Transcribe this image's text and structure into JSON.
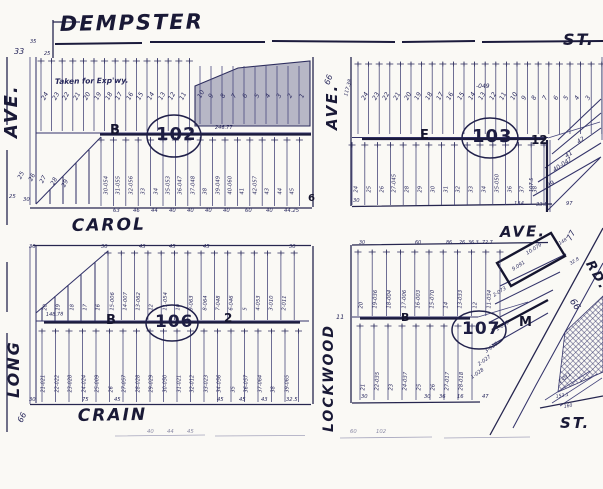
{
  "note": "Taken for Exp'wy.",
  "streets": {
    "dempster": "DEMPSTER",
    "dempster_suffix": "ST.",
    "long_suffix": "AVE.",
    "long": "LONG",
    "carol": "CAROL",
    "carol_suffix": "AVE.",
    "crain": "CRAIN",
    "crain_suffix": "ST.",
    "lockwood": "LOCKWOOD",
    "lockwood_suffix": "AVE.",
    "road_suffix": "RD."
  },
  "widths": {
    "dempster": "33",
    "lockwood": "66",
    "crain": "66",
    "road": "66",
    "carol_east": "77"
  },
  "corner_numbers": {
    "n35": "35",
    "n25": "25"
  },
  "crain_dims": [
    "40",
    "44",
    "45",
    "60",
    "102"
  ],
  "blocks": {
    "b102": {
      "number": "102",
      "letter": "B",
      "east_mark": "6",
      "top_row": [
        "24",
        "23",
        "22",
        "21",
        "20",
        "19",
        "18",
        "17",
        "16",
        "15",
        "14",
        "13",
        "12",
        "11"
      ],
      "shaded_row": [
        "10",
        "9",
        "8",
        "7",
        "6",
        "5",
        "4",
        "3",
        "2",
        "1"
      ],
      "corner_row": [
        "25",
        "26",
        "27",
        "28",
        "29"
      ],
      "bottom_row": [
        "30-054",
        "31-055",
        "32-056",
        "33",
        "34",
        "35-053",
        "36-047",
        "37-048",
        "38",
        "39-049",
        "40-060",
        "41",
        "42-057",
        "43",
        "44",
        "45"
      ],
      "bottom_dims": [
        "63",
        "46",
        "44",
        "40",
        "40",
        "40",
        "40",
        "60",
        "40",
        "44.25"
      ],
      "left_dims": [
        "25",
        "30"
      ],
      "alley_dim": "246.77"
    },
    "b103": {
      "number": "103",
      "letter": "E",
      "east_mark": "12",
      "west_dim": "117.38",
      "annotation": "-049",
      "top_row": [
        "24",
        "23",
        "22",
        "21",
        "20",
        "19",
        "18",
        "17",
        "16",
        "15",
        "14",
        "13",
        "12",
        "11",
        "10",
        "9",
        "8",
        "7",
        "6",
        "5",
        "4",
        "3"
      ],
      "bottom_row": [
        "24",
        "25",
        "26",
        "27-045",
        "28",
        "29",
        "30",
        "31",
        "32",
        "33",
        "34",
        "35-050",
        "36",
        "37",
        "38"
      ],
      "diag_lots": [
        "42",
        "41",
        "40-047",
        "39"
      ],
      "dims": [
        "30",
        "134",
        "33.5",
        "97",
        "107.5"
      ]
    },
    "b106": {
      "number": "106",
      "letter": "B",
      "east_mark": "2",
      "alley_dim": "148.78",
      "top_row": [
        "20",
        "19",
        "18",
        "17",
        "16",
        "15-006",
        "14-007",
        "13-062",
        "12",
        "11-054",
        "10",
        "9-063",
        "8-064",
        "7-048",
        "6-046",
        "5",
        "4-053",
        "3-010",
        "2-011"
      ],
      "top_dims": [
        "30",
        "30",
        "43",
        "45",
        "45",
        "30"
      ],
      "bottom_row": [
        "21-021",
        "22-022",
        "23-028",
        "24-024",
        "25-009",
        "26",
        "27-057",
        "28-028",
        "29-029",
        "30-050",
        "31-021",
        "32-012",
        "33-023",
        "34-056",
        "35",
        "36-057",
        "37-064",
        "38",
        "39-065"
      ],
      "bottom_dims": [
        "30",
        "75",
        "45",
        "45",
        "45",
        "43",
        "32.5"
      ]
    },
    "b107": {
      "number": "107",
      "letter": "B",
      "west_mark": "11",
      "m_label": "M",
      "top_row": [
        "20",
        "19-036",
        "18-004",
        "17-006",
        "16-003",
        "15-070",
        "14",
        "13-033",
        "12",
        "11-034"
      ],
      "top_dims": [
        "30",
        "60",
        "86",
        "26",
        "36.3",
        "72.7"
      ],
      "ne_lots": [
        "10.079",
        "9.091",
        "2-073",
        "1-039"
      ],
      "ne_dims": [
        "148",
        "32.8"
      ],
      "bottom_row": [
        "21",
        "22-035",
        "23",
        "24-037",
        "25",
        "26",
        "27-017",
        "28-018"
      ],
      "bottom_dims": [
        "30",
        "30",
        "36",
        "16",
        "47"
      ],
      "se_lots": [
        "3-026",
        "2-027",
        "1-028"
      ],
      "corner_lot": "1-011",
      "corner_dims": [
        "153.1",
        "160"
      ]
    }
  }
}
